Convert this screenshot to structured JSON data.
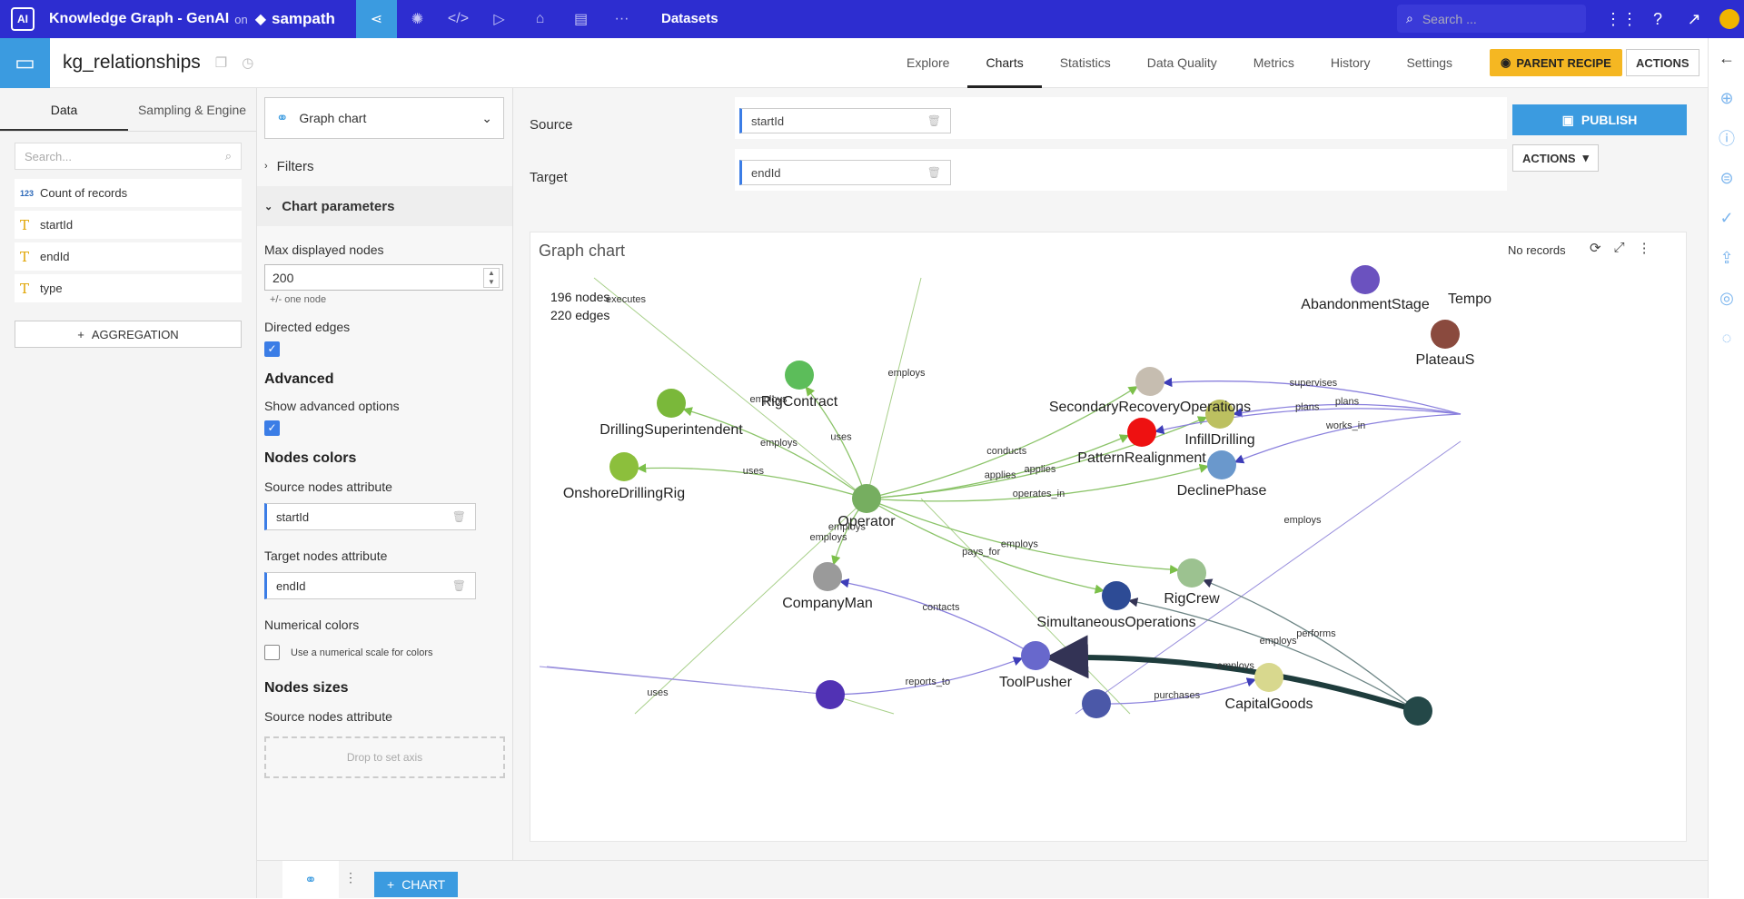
{
  "topbar": {
    "logo": "AI",
    "project": "Knowledge Graph - GenAI",
    "on_text": "on",
    "instance": "sampath",
    "current_section": "Datasets",
    "search_placeholder": "Search ..."
  },
  "dataset": {
    "name": "kg_relationships",
    "tabs": [
      "Explore",
      "Charts",
      "Statistics",
      "Data Quality",
      "Metrics",
      "History",
      "Settings"
    ],
    "active_tab": "Charts",
    "parent_recipe_label": "PARENT RECIPE",
    "actions_label": "ACTIONS"
  },
  "left_panel": {
    "tabs": [
      "Data",
      "Sampling & Engine"
    ],
    "search_placeholder": "Search...",
    "columns": [
      {
        "type_icon": "123",
        "name": "Count of records"
      },
      {
        "type_icon": "T",
        "name": "startId"
      },
      {
        "type_icon": "T",
        "name": "endId"
      },
      {
        "type_icon": "T",
        "name": "type"
      }
    ],
    "aggregation_label": "AGGREGATION"
  },
  "config": {
    "chart_type": "Graph chart",
    "filters_label": "Filters",
    "chart_params_label": "Chart parameters",
    "max_nodes_label": "Max displayed nodes",
    "max_nodes_value": "200",
    "max_nodes_hint": "+/- one node",
    "directed_label": "Directed edges",
    "advanced_heading": "Advanced",
    "show_advanced_label": "Show advanced options",
    "nodes_colors_heading": "Nodes colors",
    "source_attr_label": "Source nodes attribute",
    "source_attr_value": "startId",
    "target_attr_label": "Target nodes attribute",
    "target_attr_value": "endId",
    "numerical_colors_label": "Numerical colors",
    "numerical_scale_label": "Use a numerical scale for colors",
    "nodes_sizes_heading": "Nodes sizes",
    "sizes_source_label": "Source nodes attribute",
    "dropzone_label": "Drop to set axis",
    "directed_checked": true,
    "advanced_checked": true,
    "numerical_checked": false
  },
  "main": {
    "source_label": "Source",
    "source_value": "startId",
    "target_label": "Target",
    "target_value": "endId",
    "publish_label": "PUBLISH",
    "actions_label": "ACTIONS",
    "chart_title": "Graph chart",
    "chart_status": "No records",
    "nodes_count": "196 nodes",
    "edges_count": "220 edges"
  },
  "graph": {
    "nodes": [
      {
        "id": "Operator",
        "label": "Operator",
        "color": "#76ae60"
      },
      {
        "id": "RigContract",
        "label": "RigContract",
        "color": "#5cbd5a"
      },
      {
        "id": "DrillingSuperintendent",
        "label": "DrillingSuperintendent",
        "color": "#7ab83a"
      },
      {
        "id": "OnshoreDrillingRig",
        "label": "OnshoreDrillingRig",
        "color": "#8cbf3c"
      },
      {
        "id": "CompanyMan",
        "label": "CompanyMan",
        "color": "#9a9a9a"
      },
      {
        "id": "SecondaryRecoveryOperations",
        "label": "SecondaryRecoveryOperations",
        "color": "#c6bdb0"
      },
      {
        "id": "InfillDrilling",
        "label": "InfillDrilling",
        "color": "#bcc060"
      },
      {
        "id": "PatternRealignment",
        "label": "PatternRealignment",
        "color": "#ee1111"
      },
      {
        "id": "DeclinePhase",
        "label": "DeclinePhase",
        "color": "#6a98cc"
      },
      {
        "id": "RigCrew",
        "label": "RigCrew",
        "color": "#9cc290"
      },
      {
        "id": "SimultaneousOperations",
        "label": "SimultaneousOperations",
        "color": "#2d4b95"
      },
      {
        "id": "ToolPusher",
        "label": "ToolPusher",
        "color": "#6868cc"
      },
      {
        "id": "CapitalGoods",
        "label": "CapitalGoods",
        "color": "#d8d88e"
      },
      {
        "id": "AbandonmentStage",
        "label": "AbandonmentStage",
        "color": "#6b52bf"
      },
      {
        "id": "PlateauStage",
        "label": "PlateauS",
        "color": "#8a4a3e"
      },
      {
        "id": "Tempo",
        "label": "Tempo",
        "color": ""
      },
      {
        "id": "n_purple",
        "label": "",
        "color": "#5132b4"
      },
      {
        "id": "n_blue",
        "label": "",
        "color": "#4b58a8"
      },
      {
        "id": "n_dark",
        "label": "",
        "color": "#244848"
      }
    ],
    "edges": [
      {
        "source": "Operator",
        "target": "RigContract",
        "label": "uses"
      },
      {
        "source": "Operator",
        "target": "DrillingSuperintendent",
        "label": "employs"
      },
      {
        "source": "Operator",
        "target": "OnshoreDrillingRig",
        "label": "uses"
      },
      {
        "source": "Operator",
        "target": "CompanyMan",
        "label": "employs"
      },
      {
        "source": "Operator",
        "target": "SecondaryRecoveryOperations",
        "label": "conducts"
      },
      {
        "source": "Operator",
        "target": "InfillDrilling",
        "label": "applies"
      },
      {
        "source": "Operator",
        "target": "PatternRealignment",
        "label": "applies"
      },
      {
        "source": "Operator",
        "target": "DeclinePhase",
        "label": "operates_in"
      },
      {
        "source": "Operator",
        "target": "RigCrew",
        "label": "employs"
      },
      {
        "source": "Operator",
        "target": "SimultaneousOperations",
        "label": "pays_for"
      },
      {
        "source": "ToolPusher",
        "target": "CompanyMan",
        "label": "contacts"
      },
      {
        "source": "n_purple",
        "target": "ToolPusher",
        "label": "reports_to"
      },
      {
        "source": "n_blue",
        "target": "CapitalGoods",
        "label": "purchases"
      },
      {
        "source": "n_dark",
        "target": "ToolPusher",
        "label": "employs"
      },
      {
        "source": "n_dark",
        "target": "RigCrew",
        "label": "performs"
      },
      {
        "source": "n_dark",
        "target": "SimultaneousOperations",
        "label": "employs"
      },
      {
        "source": "external",
        "target": "SecondaryRecoveryOperations",
        "label": "supervises"
      },
      {
        "source": "external",
        "target": "InfillDrilling",
        "label": "plans"
      },
      {
        "source": "external",
        "target": "PatternRealignment",
        "label": "plans"
      },
      {
        "source": "external",
        "target": "DeclinePhase",
        "label": "works_in"
      }
    ],
    "extra_labels": [
      "executes",
      "employs",
      "employs",
      "employs",
      "employs",
      "uses"
    ]
  },
  "bottom": {
    "chart_button_label": "CHART"
  }
}
